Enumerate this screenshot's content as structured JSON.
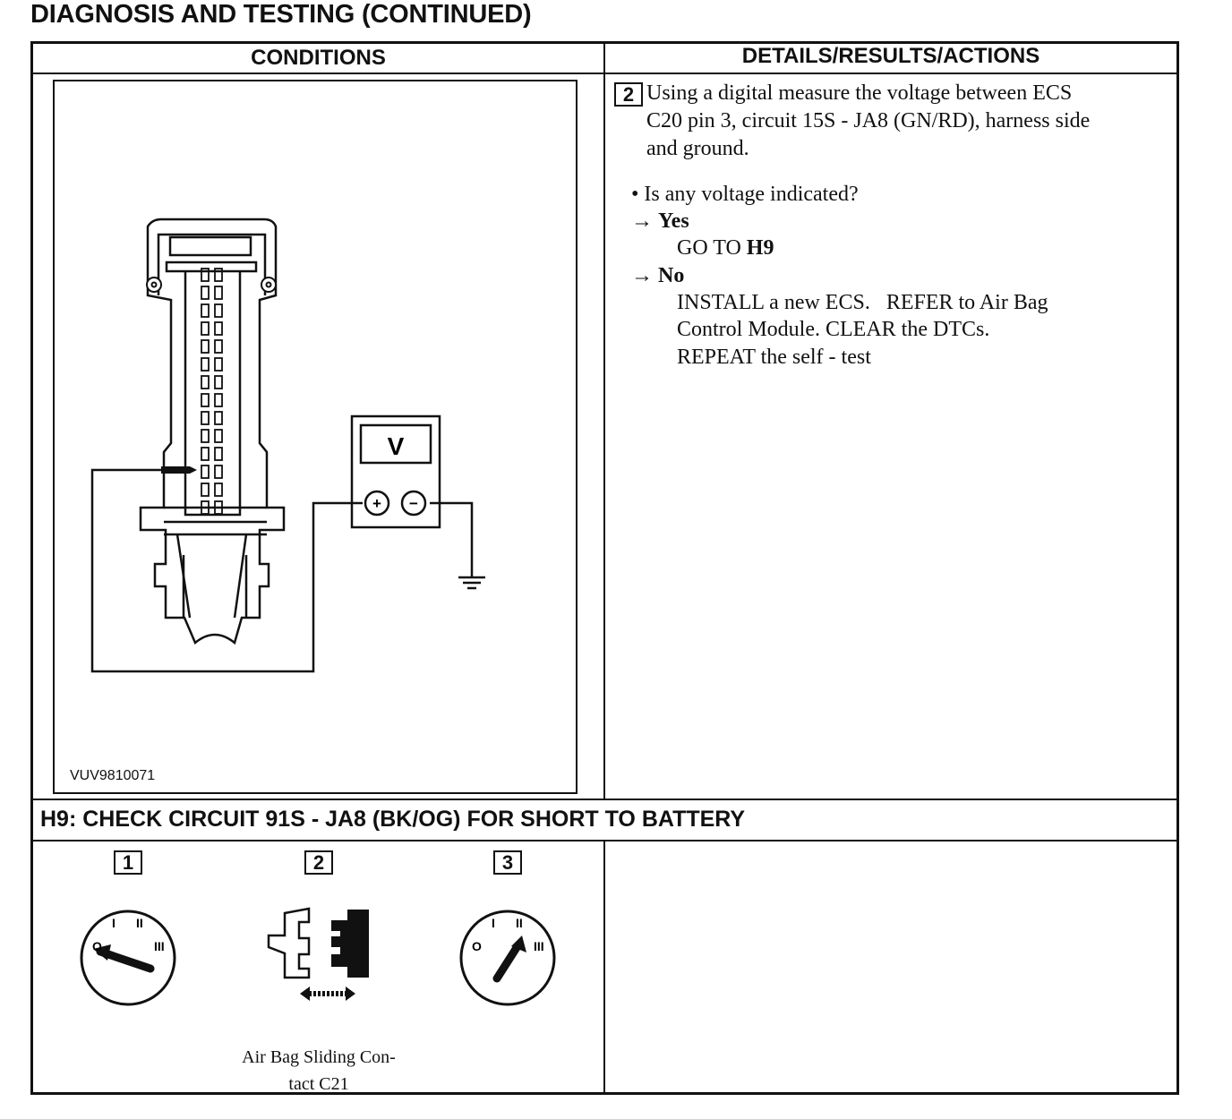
{
  "page": {
    "title": "DIAGNOSIS AND TESTING (CONTINUED)"
  },
  "table": {
    "col_conditions": "CONDITIONS",
    "col_details": "DETAILS/RESULTS/ACTIONS"
  },
  "step2": {
    "number": "2",
    "lines": [
      "Using a digital measure the voltage between ECS",
      "C20 pin 3, circuit 15S - JA8 (GN/RD), harness side",
      "and ground."
    ],
    "question": "• Is any voltage indicated?",
    "yes": {
      "label": "Yes",
      "action_prefix": "GO TO ",
      "action_target": "H9"
    },
    "no": {
      "label": "No",
      "lines": [
        "INSTALL a new ECS.   REFER to Air Bag",
        "Control Module. CLEAR the DTCs.",
        "REPEAT the self - test"
      ]
    },
    "arrow": "→",
    "figure": {
      "code": "VUV9810071",
      "meter_label": "V",
      "plus": "+",
      "minus": "−"
    }
  },
  "h9": {
    "title": "H9: CHECK CIRCUIT 91S - JA8 (BK/OG) FOR SHORT TO BATTERY",
    "steps": [
      "1",
      "2",
      "3"
    ],
    "ignition_marks": [
      "O",
      "I",
      "II",
      "III"
    ],
    "caption_lines": [
      "Air Bag Sliding Con-",
      "tact C21"
    ]
  }
}
